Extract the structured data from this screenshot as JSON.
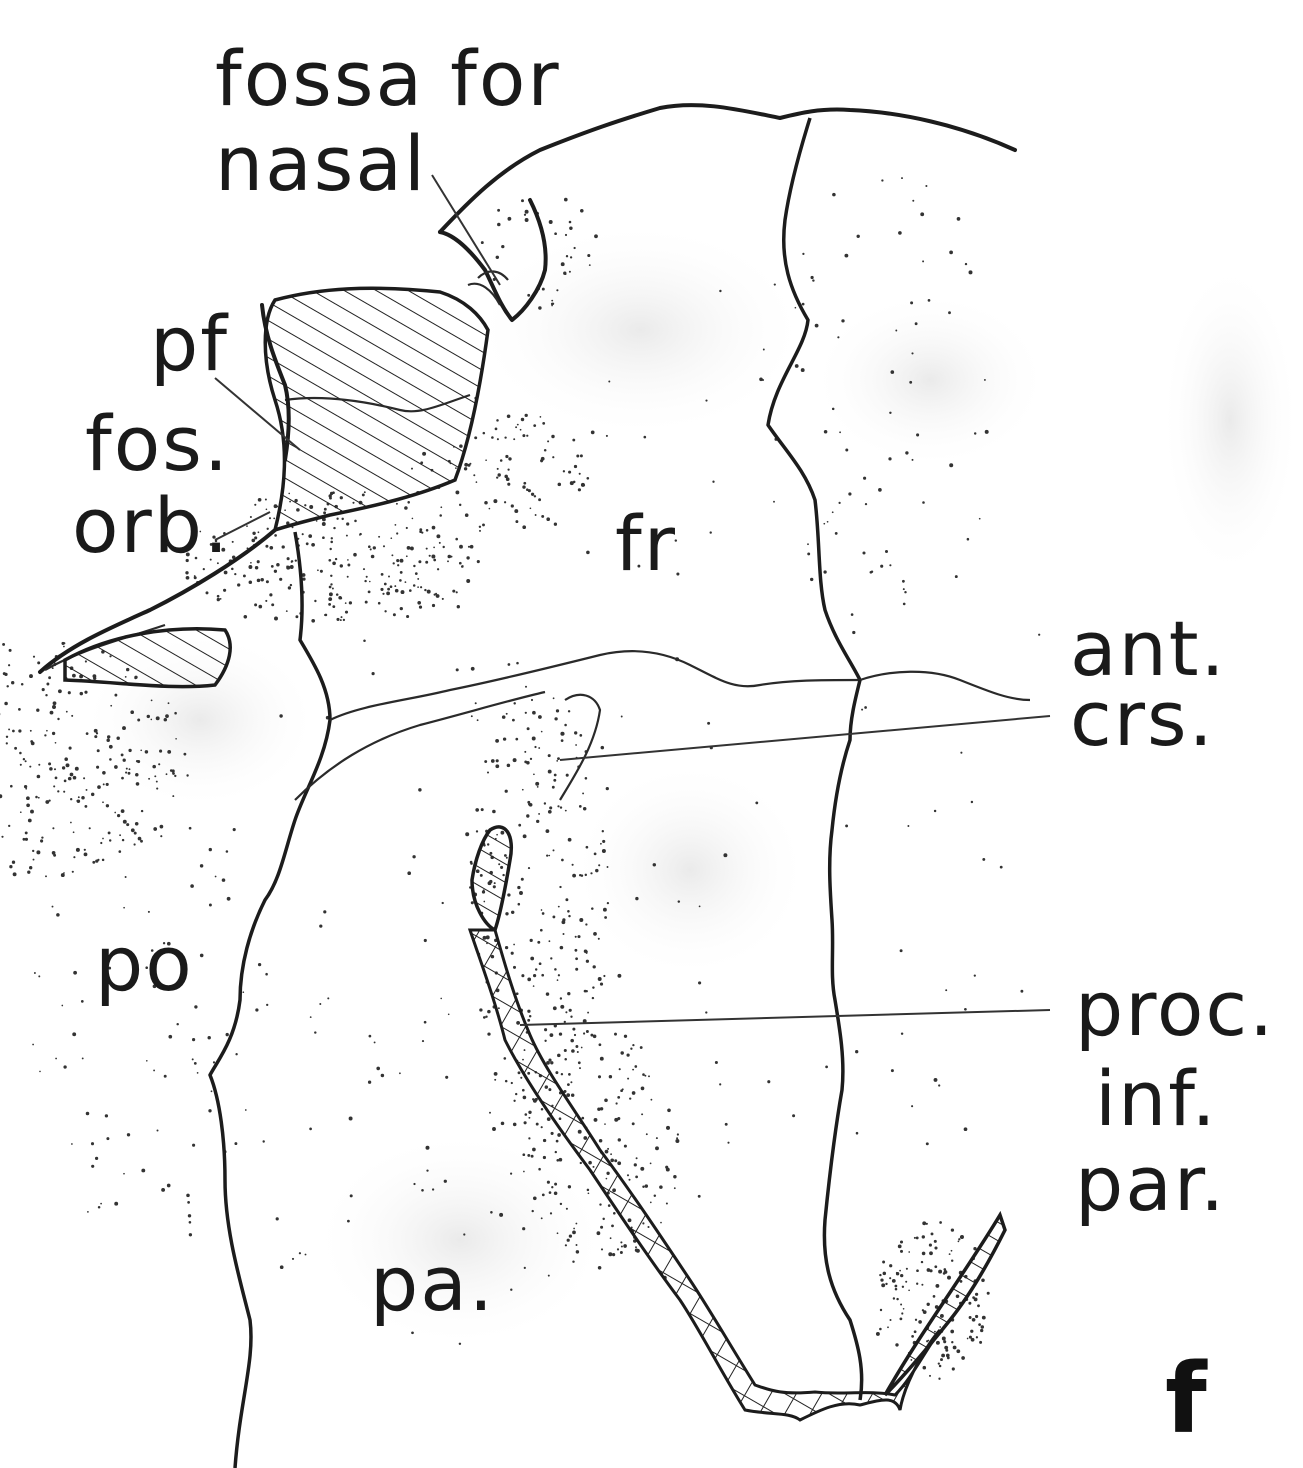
{
  "labels": {
    "fossa_for_nasal_1": "fossa for",
    "fossa_for_nasal_2": "nasal",
    "pf": "pf",
    "fos_orb_1": "fos.",
    "fos_orb_2": "orb.",
    "fr": "fr",
    "ant_crs_1": "ant.",
    "ant_crs_2": "crs.",
    "po": "po",
    "proc_inf_par_1": "proc.",
    "proc_inf_par_2": "inf.",
    "proc_inf_par_3": "par.",
    "pa": "pa.",
    "panel": "f"
  }
}
